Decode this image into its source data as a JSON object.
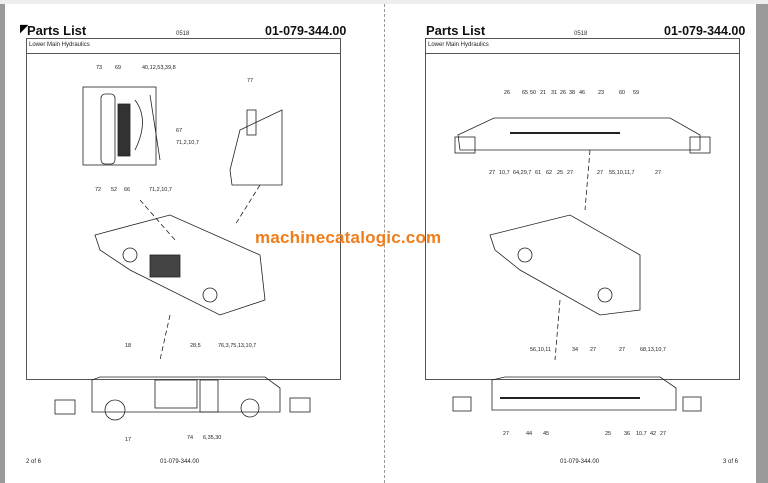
{
  "pages": [
    {
      "title": "Parts List",
      "code": "0518",
      "part_number": "01-079-344.00",
      "subtitle": "Lower Main Hydraulics",
      "footer_page": "2 of 6",
      "footer_number": "01-079-344.00",
      "callouts": [
        "73",
        "69",
        "40,12,53,39,8",
        "77",
        "67",
        "71,2,10,7",
        "72",
        "52",
        "66",
        "71,2,10,7",
        "18",
        "28,5",
        "76,3,75,13,10,7",
        "17",
        "74",
        "6,35,30"
      ]
    },
    {
      "title": "Parts List",
      "code": "0518",
      "part_number": "01-079-344.00",
      "subtitle": "Lower Main Hydraulics",
      "footer_page": "3 of 6",
      "footer_number": "01-079-344.00",
      "callouts": [
        "26",
        "65",
        "50",
        "21",
        "31",
        "26",
        "38",
        "46",
        "23",
        "60",
        "59",
        "27",
        "10,7",
        "64,29,7",
        "61",
        "62",
        "25",
        "27",
        "27",
        "55,10,11,7",
        "27",
        "56,10,11",
        "34",
        "27",
        "27",
        "68,13,10,7",
        "27",
        "44",
        "45",
        "25",
        "36",
        "10,7",
        "42",
        "27"
      ]
    }
  ],
  "watermark": "machinecatalogic.com",
  "colors": {
    "watermark": "#f07d1a",
    "chrome": "#9a9a9a"
  }
}
